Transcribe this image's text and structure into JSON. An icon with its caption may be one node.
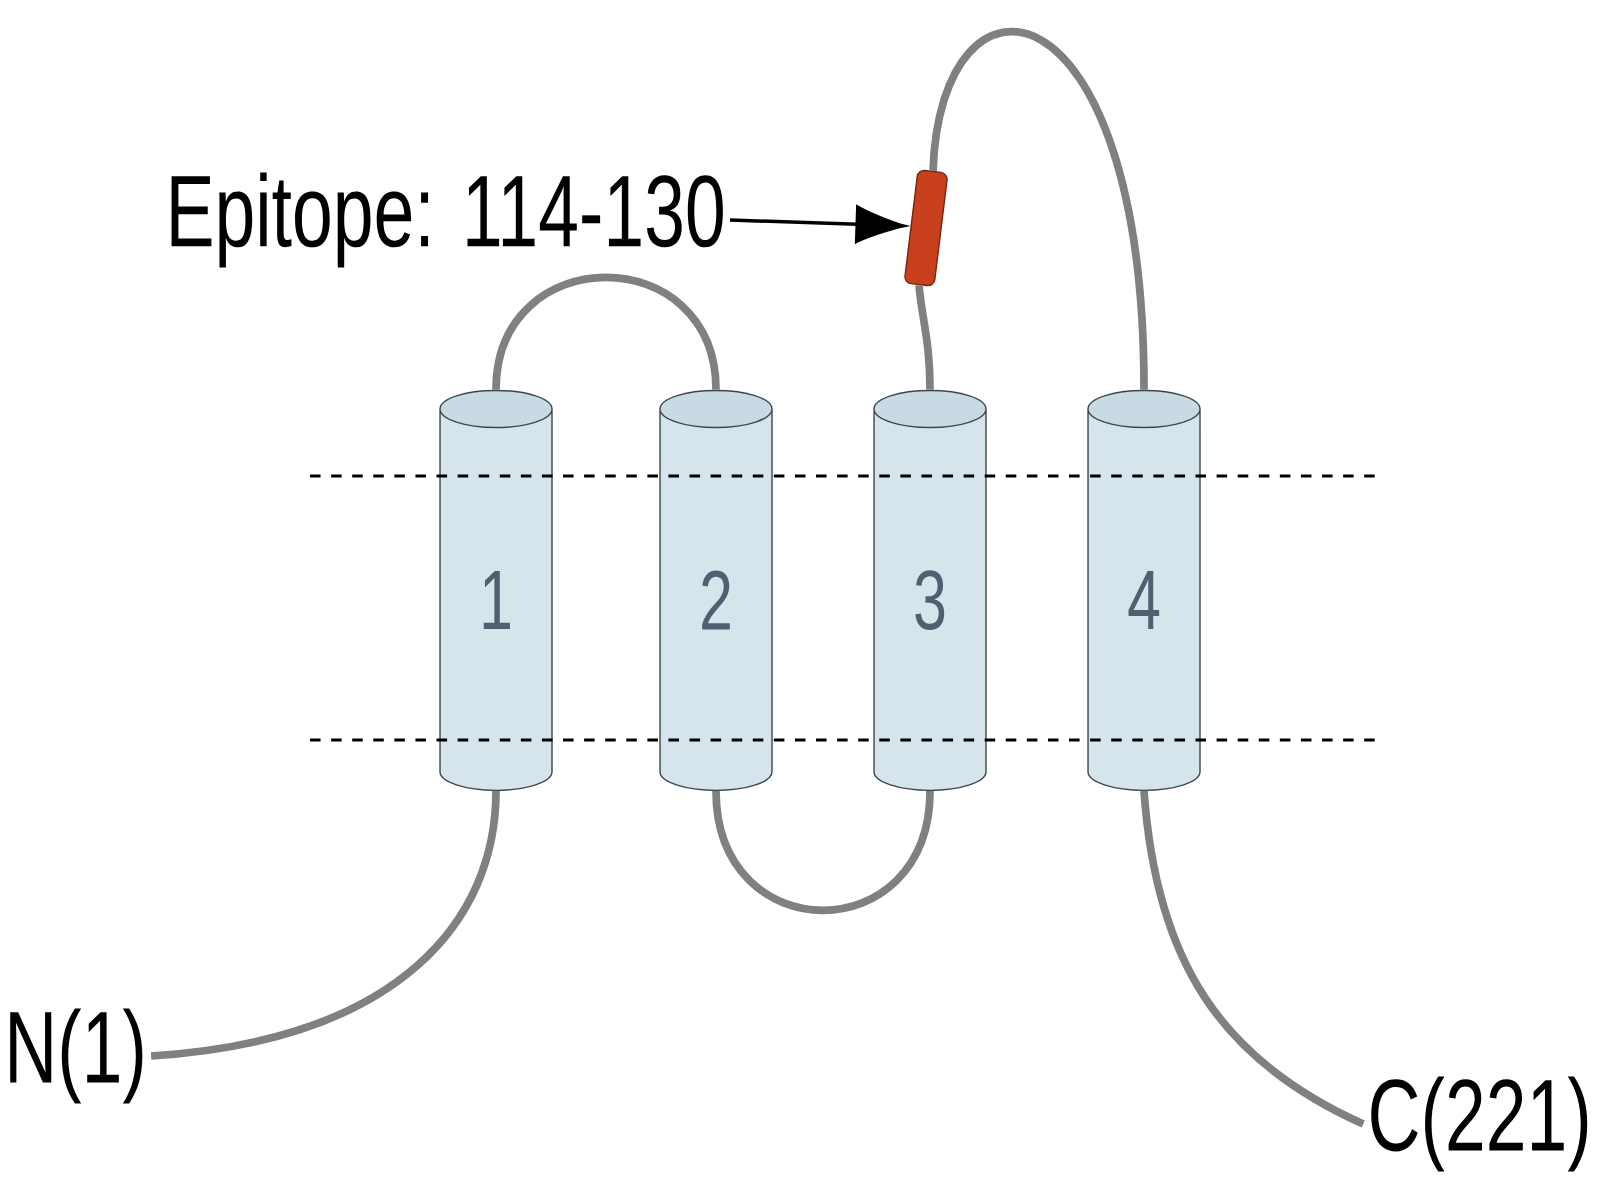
{
  "diagram": {
    "nodes": [
      {
        "text": [
          "Epitope: 114-130"
        ]
      },
      {
        "text": [],
        "shape": "bar"
      },
      {
        "text": [
          "1"
        ]
      },
      {
        "text": [
          "2"
        ]
      },
      {
        "text": [
          "3"
        ]
      },
      {
        "text": [
          "4"
        ]
      },
      {
        "text": [
          "N(1)"
        ]
      },
      {
        "text": [
          "C(221)"
        ]
      }
    ],
    "edges": [
      {
        "from": 0,
        "to": 1,
        "arrow": "to",
        "color": "#000000"
      },
      {
        "from": 6,
        "to": 2,
        "arrow": "none"
      },
      {
        "from": 2,
        "to": 3,
        "arrow": "none"
      },
      {
        "from": 3,
        "to": 4,
        "arrow": "none"
      },
      {
        "from": 4,
        "to": 1,
        "arrow": "none"
      },
      {
        "from": 1,
        "to": 5,
        "arrow": "none"
      },
      {
        "from": 5,
        "to": 7,
        "arrow": "none"
      }
    ]
  }
}
